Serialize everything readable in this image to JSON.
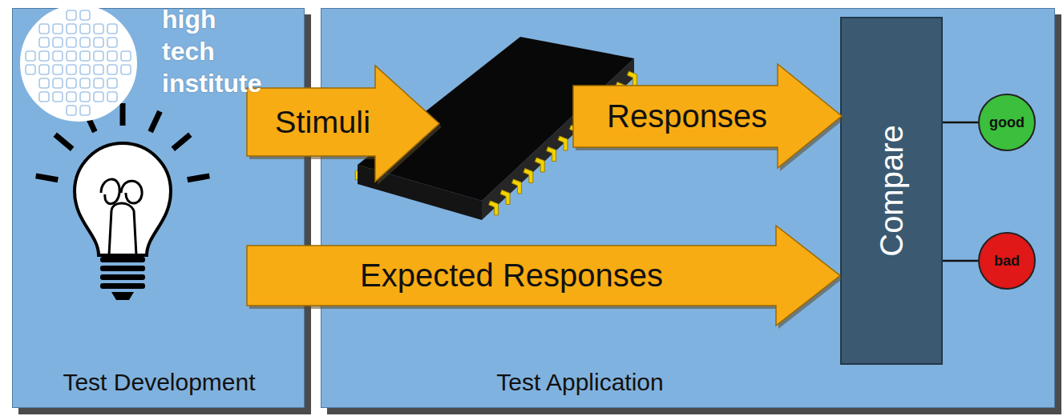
{
  "diagram": {
    "nodes": [
      {
        "text": [
          "Test Development"
        ]
      },
      {
        "text": [
          "Test Application"
        ]
      },
      {
        "text": [
          "Stimuli"
        ]
      },
      {
        "text": [
          "Responses"
        ]
      },
      {
        "text": [
          "Expected Responses"
        ]
      },
      {
        "text": [
          "Compare"
        ],
        "in": 1
      },
      {
        "text": [
          "good"
        ],
        "in": 1
      },
      {
        "text": [
          "bad"
        ],
        "in": 1
      }
    ],
    "edges": [
      {
        "from": 5,
        "to": 6,
        "arrow": "none"
      },
      {
        "from": 5,
        "to": 7,
        "arrow": "none"
      }
    ],
    "labels": [
      "high tech institute"
    ]
  }
}
